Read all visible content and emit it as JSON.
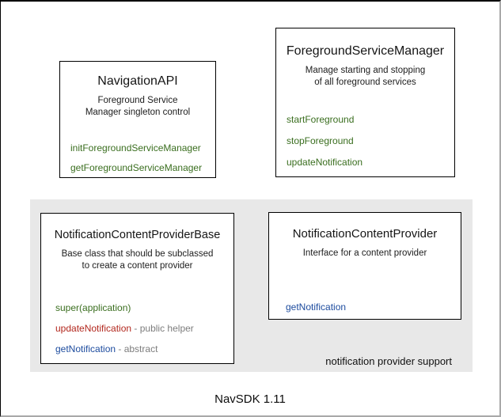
{
  "canvas": {
    "footer": "NavSDK 1.11"
  },
  "colors": {
    "method_green": "#3a6e1f",
    "method_red": "#b2271d",
    "method_blue": "#1c4b9e",
    "suffix_gray": "#7d7d7d",
    "group_background": "#e8e8e8",
    "box_border": "#000000"
  },
  "boxes": {
    "navigation_api": {
      "title": "NavigationAPI",
      "description": [
        "Foreground Service",
        "Manager singleton control"
      ],
      "methods": [
        "initForegroundServiceManager",
        "getForegroundServiceManager"
      ]
    },
    "foreground_service_manager": {
      "title": "ForegroundServiceManager",
      "description": [
        "Manage starting and stopping",
        "of all foreground services"
      ],
      "methods": [
        "startForeground",
        "stopForeground",
        "updateNotification"
      ]
    },
    "notification_content_provider_base": {
      "title": "NotificationContentProviderBase",
      "description": [
        "Base class that should be subclassed",
        "to create a content provider"
      ],
      "methods": [
        {
          "label": "super(application)"
        },
        {
          "label": "updateNotification",
          "suffix": " - public helper"
        },
        {
          "label": "getNotification",
          "suffix": " - abstract"
        }
      ]
    },
    "notification_content_provider": {
      "title": "NotificationContentProvider",
      "description": [
        "Interface for a content provider"
      ],
      "methods": [
        "getNotification"
      ]
    }
  },
  "group": {
    "label": "notification provider support"
  }
}
